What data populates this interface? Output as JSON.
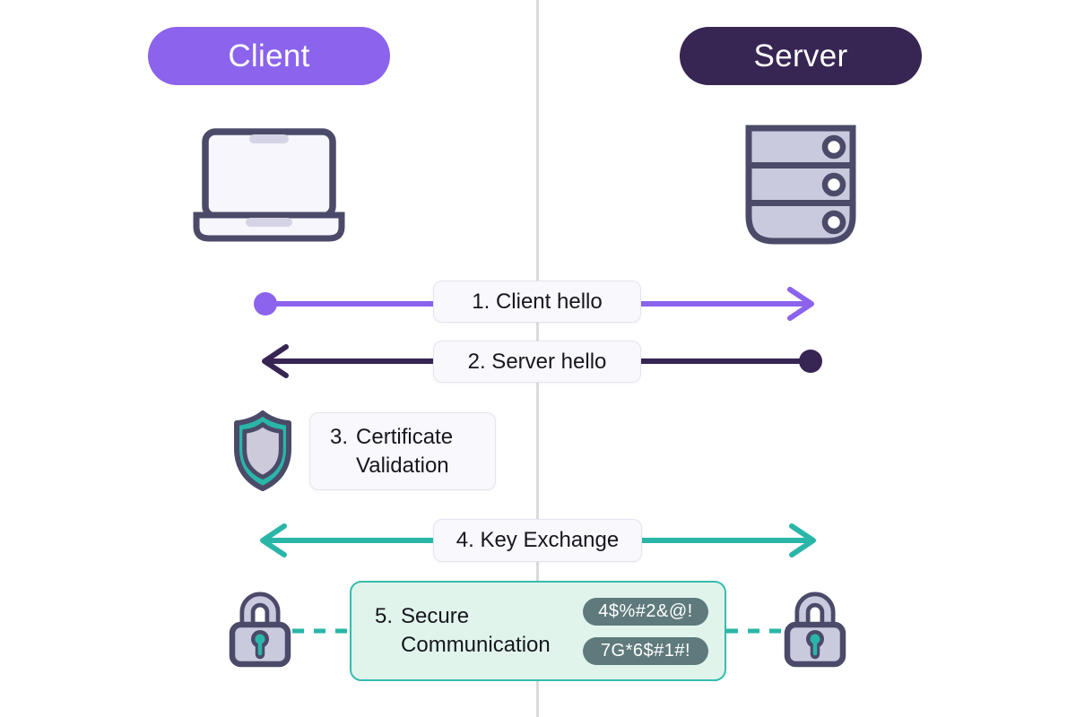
{
  "diagram": {
    "type": "tls-handshake-sequence",
    "actors": {
      "client": {
        "label": "Client",
        "badge_color": "#8B63EC",
        "icon": "laptop-icon"
      },
      "server": {
        "label": "Server",
        "badge_color": "#372553",
        "icon": "server-rack-icon"
      }
    },
    "steps": [
      {
        "label": "1. Client hello",
        "direction": "client-to-server",
        "arrow_color": "#8B63EC"
      },
      {
        "label": "2. Server hello",
        "direction": "server-to-client",
        "arrow_color": "#372553"
      },
      {
        "number": "3.",
        "label": "Certificate Validation",
        "icon": "shield-icon"
      },
      {
        "label": "4. Key Exchange",
        "direction": "bidirectional",
        "arrow_color": "#29B6A8"
      },
      {
        "number": "5.",
        "label": "Secure Communication",
        "icon": "lock-icon",
        "ciphertexts": [
          "4$%#2&@!",
          "7G*6$#1#!"
        ],
        "box_fill": "#E1F4EC",
        "box_border": "#35BCAD",
        "cipher_pill_color": "#5F7A7C"
      }
    ],
    "style_colors": {
      "outline": "#4B4A68",
      "device_fill": "#CACADF",
      "screen_fill": "#F6F6FC",
      "label_box_fill": "#F8F8FD",
      "divider": "#DBDBDE",
      "teal": "#29B6A8"
    }
  }
}
